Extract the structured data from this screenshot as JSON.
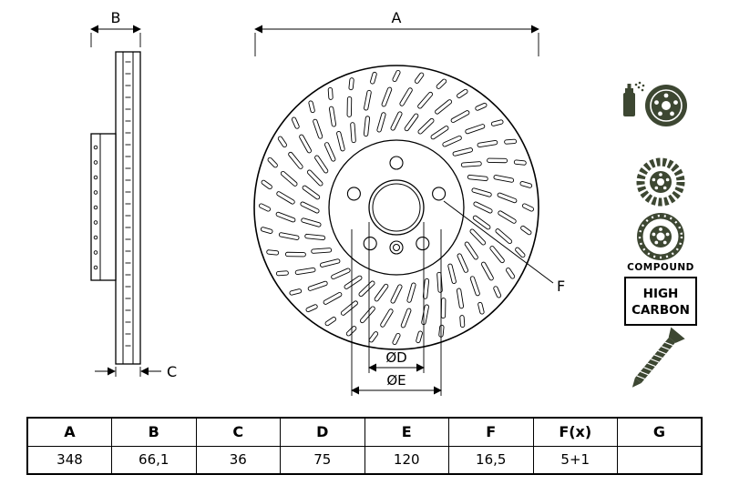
{
  "drawing": {
    "dim_a_label": "A",
    "dim_b_label": "B",
    "dim_c_label": "C",
    "dia_d_label": "ØD",
    "dia_e_label": "ØE",
    "dim_f_label": "F"
  },
  "badges": {
    "compound_label": "COMPOUND",
    "high_carbon_line1": "HIGH",
    "high_carbon_line2": "CARBON"
  },
  "colors": {
    "icon_olive": "#3d4732",
    "line": "#000000",
    "background": "#ffffff"
  },
  "table": {
    "headers": [
      "A",
      "B",
      "C",
      "D",
      "E",
      "F",
      "F(x)",
      "G"
    ],
    "values": [
      "348",
      "66,1",
      "36",
      "75",
      "120",
      "16,5",
      "5+1",
      ""
    ]
  }
}
